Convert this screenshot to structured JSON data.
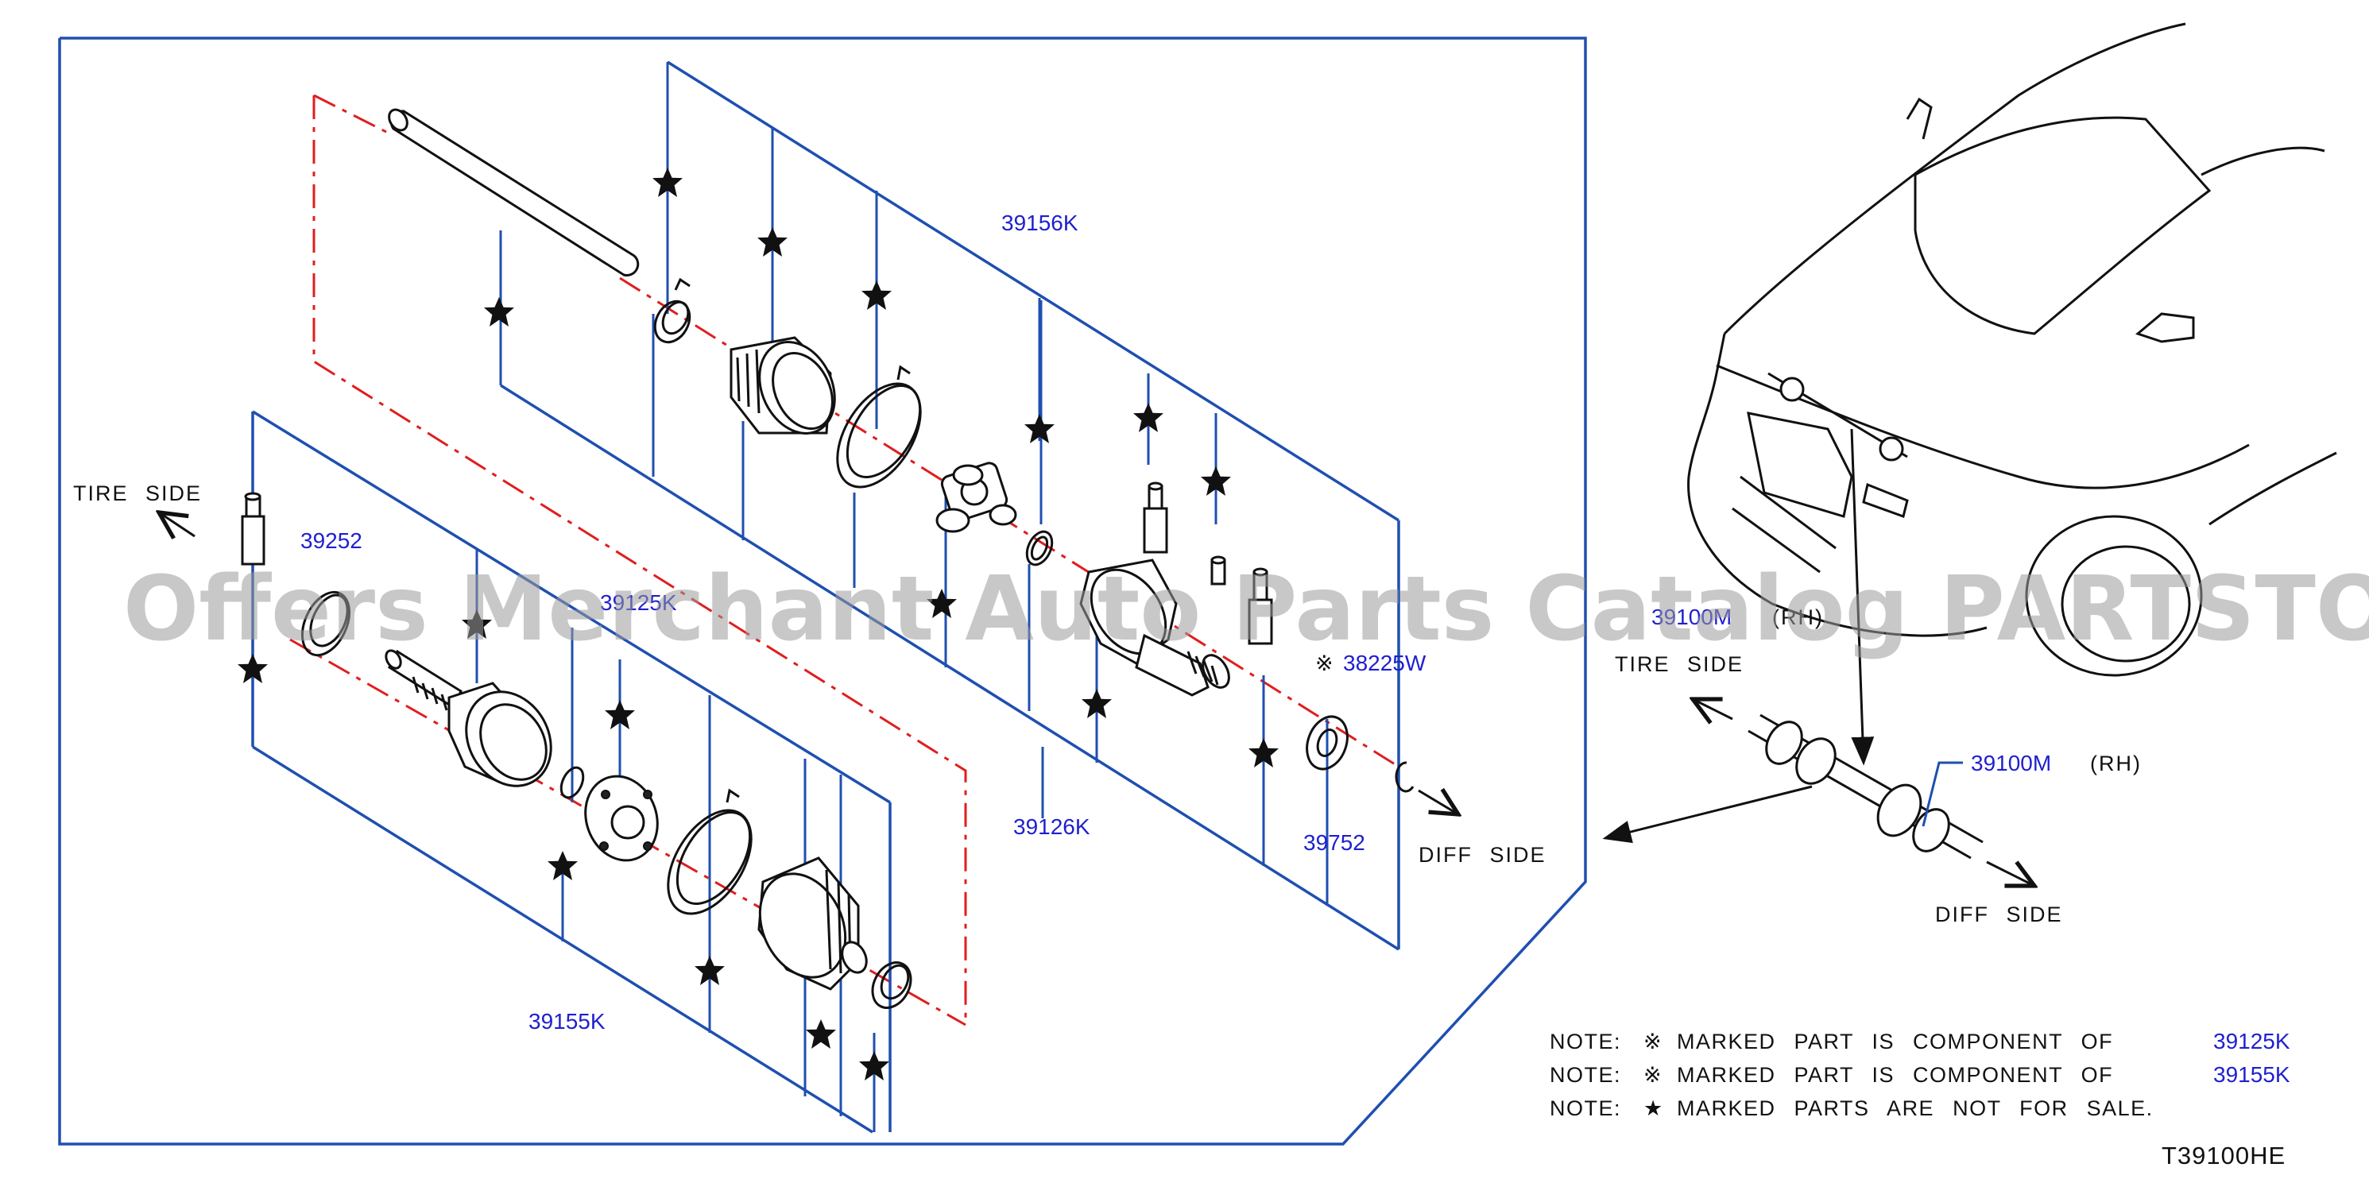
{
  "watermark": "Offers Merchant Auto Parts Catalog PARTSTORE.SA",
  "diagram_code": "T39100HE",
  "part_labels": {
    "p39156K": "39156K",
    "p39252": "39252",
    "p39125K": "39125K",
    "p39126K": "39126K",
    "p38225W": "38225W",
    "p39752": "39752",
    "p39155K": "39155K",
    "p39100M_a": "39100M",
    "p39100M_b": "39100M",
    "rh_a": "(RH)",
    "rh_b": "(RH)"
  },
  "direction_labels": {
    "tire_side_left": "TIRE SIDE",
    "diff_side_center": "DIFF SIDE",
    "tire_side_right": "TIRE SIDE",
    "diff_side_right": "DIFF SIDE"
  },
  "symbols": {
    "component_mark": "※",
    "not_for_sale_mark": "★"
  },
  "notes": [
    {
      "prefix": "NOTE:",
      "mark": "※",
      "text": "MARKED PART IS COMPONENT OF",
      "ref": "39125K"
    },
    {
      "prefix": "NOTE:",
      "mark": "※",
      "text": "MARKED PART IS COMPONENT OF",
      "ref": "39155K"
    },
    {
      "prefix": "NOTE:",
      "mark": "★",
      "text": "MARKED PARTS ARE NOT FOR SALE.",
      "ref": ""
    }
  ],
  "colors": {
    "leader_lines": "#1f4fb0",
    "part_numbers": "#1f1fd0",
    "center_axis": "#e01e1e",
    "ink": "#111111"
  }
}
